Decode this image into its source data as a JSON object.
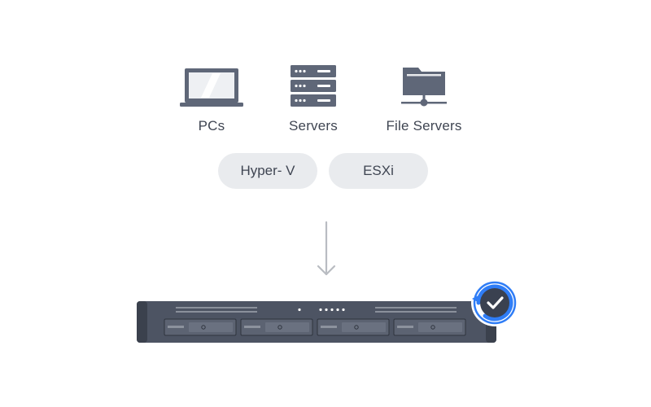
{
  "sources": [
    {
      "label": "PCs",
      "icon": "laptop-icon"
    },
    {
      "label": "Servers",
      "icon": "server-rack-icon"
    },
    {
      "label": "File Servers",
      "icon": "file-server-icon"
    }
  ],
  "hypervisors": [
    {
      "label": "Hyper- V"
    },
    {
      "label": "ESXi"
    }
  ],
  "flow": {
    "icon": "arrow-down-icon"
  },
  "target": {
    "icon": "rackmount-nas-icon",
    "badge_icon": "backup-check-icon"
  },
  "colors": {
    "icon": "#5f6778",
    "text": "#3f4552",
    "pill_bg": "#e9ebee",
    "arrow": "#b9bcc2",
    "nas_body": "#4d5463",
    "badge_blue": "#2f7df6"
  }
}
